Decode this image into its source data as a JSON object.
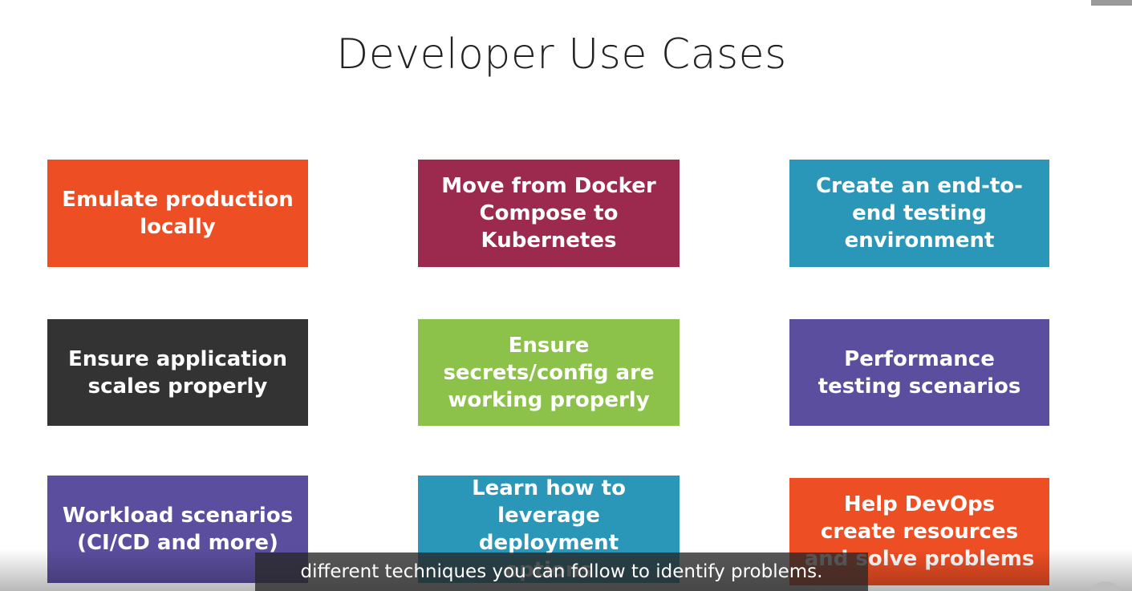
{
  "slide": {
    "title": "Developer Use Cases",
    "cards": [
      {
        "label": "Emulate production locally",
        "color": "#ee4e24"
      },
      {
        "label": "Move from Docker Compose to Kubernetes",
        "color": "#9c2a4f"
      },
      {
        "label": "Create an end-to-end testing environment",
        "color": "#2a97b9"
      },
      {
        "label": "Ensure application scales properly",
        "color": "#333333"
      },
      {
        "label": "Ensure secrets/config are working properly",
        "color": "#8cc24a"
      },
      {
        "label": "Performance testing scenarios",
        "color": "#5b4e9e"
      },
      {
        "label": "Workload scenarios (CI/CD and more)",
        "color": "#5b4e9e"
      },
      {
        "label": "Learn how to leverage deployment options",
        "color": "#2a97b9"
      },
      {
        "label": "Help DevOps create resources and solve problems",
        "color": "#ee4e24"
      }
    ]
  },
  "player": {
    "caption": "different techniques you can follow to identify problems."
  }
}
